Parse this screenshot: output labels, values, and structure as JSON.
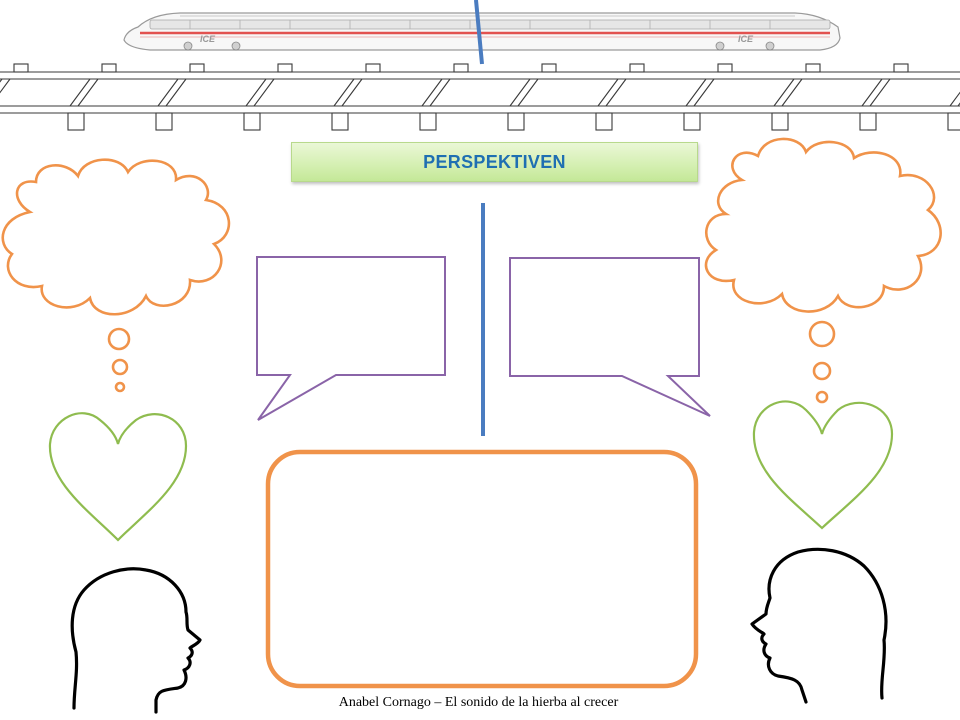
{
  "title": "PERSPEKTIVEN",
  "train": {
    "brand_label": "ICE"
  },
  "footer": {
    "credit": "Anabel Cornago – El sonido de la hierba al crecer"
  },
  "colors": {
    "thought_cloud": "#f0934a",
    "speech_bubble": "#8a64a8",
    "heart": "#8fbc4f",
    "divider": "#4a7cc0",
    "answer_box": "#f0934a",
    "title_text": "#1f6fb2",
    "head_outline": "#000000"
  },
  "icons": {
    "left_head": "person-head-silhouette-icon",
    "right_head": "person-head-silhouette-icon",
    "left_heart": "heart-icon",
    "right_heart": "heart-icon",
    "left_cloud": "thought-cloud-icon",
    "right_cloud": "thought-cloud-icon",
    "train": "high-speed-train-icon"
  }
}
